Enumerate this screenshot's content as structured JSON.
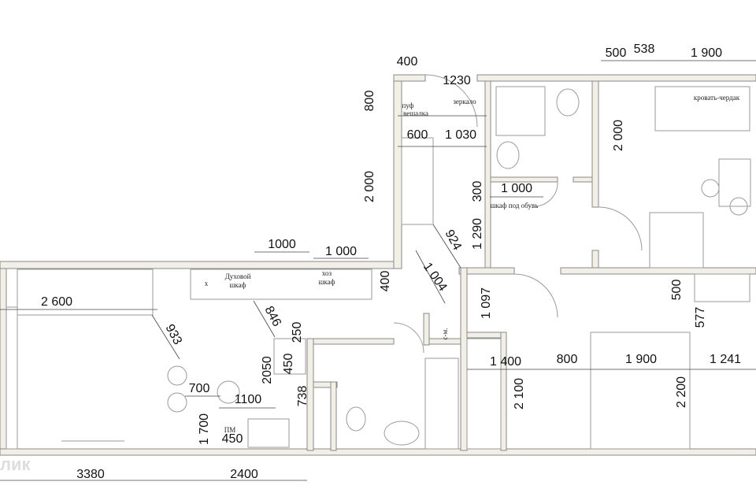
{
  "plan": {
    "dims": {
      "d400_top": "400",
      "d1230": "1230",
      "d800_left": "800",
      "d2000_left": "2 000",
      "d600": "600",
      "d1030": "1 030",
      "d300": "300",
      "d1000_shoe": "1 000",
      "d1290": "1 290",
      "d924": "924",
      "d1004": "1 004",
      "d400_mid": "400",
      "d500_top": "500",
      "d538": "538",
      "d1900_top": "1 900",
      "d2000_right": "2 000",
      "d1000_a": "1000",
      "d1000_b": "1 000",
      "d2600": "2 600",
      "d933": "933",
      "d846": "846",
      "d250": "250",
      "d2050": "2050",
      "d450_v": "450",
      "d738": "738",
      "d700": "700",
      "d1100": "1100",
      "d1700": "1 700",
      "d450_h": "450",
      "d3380": "3380",
      "d2400": "2400",
      "d1097": "1 097",
      "d500_right": "500",
      "d577": "577",
      "d1400": "1 400",
      "d800_bed": "800",
      "d1900_bed": "1 900",
      "d1241": "1 241",
      "d2100": "2 100",
      "d2200": "2 200"
    },
    "labels": {
      "puf": "пуф",
      "hanger": "вешалка",
      "mirror": "зеркало",
      "shoe_cabinet": "шкаф под обувь",
      "loft_bed": "кровать-чердак",
      "oven1": "Духовой",
      "oven2": "шкаф",
      "hob": "х",
      "utility1": "хоз",
      "utility2": "шкаф",
      "washer": "с-м.",
      "dishwasher": "ПМ"
    },
    "watermark": "лик"
  }
}
